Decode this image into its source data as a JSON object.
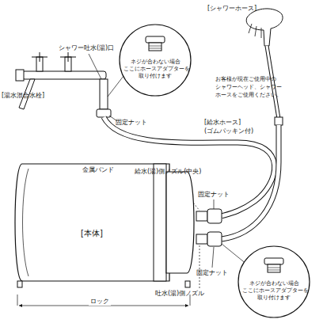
{
  "diagram": {
    "nodes": [
      {
        "text": [
          "ネジが合わない場合 ここにホースアダプターを 取り付けます"
        ]
      },
      {
        "text": [
          "[本体]"
        ]
      },
      {
        "text": [
          "ネジが合わない場合 ここにホースアダプターを 取り付けます"
        ]
      }
    ],
    "labels": [
      "[シャワーホース]",
      "シャワー吐水(湯)口",
      "[湯水混合水栓]",
      "固定ナット",
      "[給水ホース]",
      "(ゴムパッキン付)",
      "お客様が現在ご使用中の シャワーヘッド、シャワー ホースをご使用ください。",
      "金属バンド",
      "給水(湯)側ノズル(中央)",
      "固定ナット",
      "固定ナット",
      "吐水(湯)側ノズル",
      "ロック"
    ]
  }
}
